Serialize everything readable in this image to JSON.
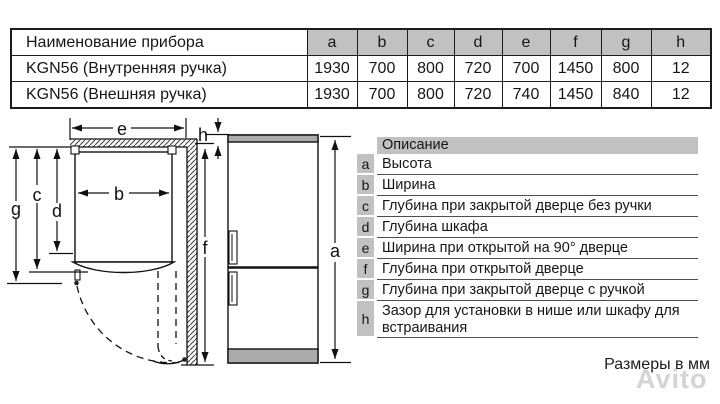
{
  "top_table": {
    "header": [
      "Наименование прибора",
      "a",
      "b",
      "c",
      "d",
      "e",
      "f",
      "g",
      "h"
    ],
    "rows": [
      {
        "name": "KGN56 (Внутренняя ручка)",
        "values": [
          "1930",
          "700",
          "800",
          "720",
          "700",
          "1450",
          "800",
          "12"
        ]
      },
      {
        "name": "KGN56 (Внешняя ручка)",
        "values": [
          "1930",
          "700",
          "800",
          "720",
          "740",
          "1450",
          "840",
          "12"
        ]
      }
    ]
  },
  "legend": {
    "header": "Описание",
    "rows": [
      {
        "key": "a",
        "text": "Высота"
      },
      {
        "key": "b",
        "text": "Ширина"
      },
      {
        "key": "c",
        "text": "Глубина при закрытой дверце без ручки"
      },
      {
        "key": "d",
        "text": "Глубина шкафа"
      },
      {
        "key": "e",
        "text": "Ширина при открытой на 90° дверце"
      },
      {
        "key": "f",
        "text": "Глубина при открытой дверце"
      },
      {
        "key": "g",
        "text": "Глубина при закрытой дверце с ручкой"
      },
      {
        "key": "h",
        "text": "Зазор для установки в нише или шкафу для встраивания"
      }
    ]
  },
  "diagram": {
    "labels": {
      "a": "a",
      "b": "b",
      "c": "c",
      "d": "d",
      "e": "e",
      "f": "f",
      "g": "g",
      "h": "h"
    }
  },
  "footer": {
    "units_note": "Размеры в мм",
    "watermark": "Avito"
  },
  "colors": {
    "table_header_gray": "#c1c1c1",
    "fridge_band_gray": "#ababab",
    "line_color": "#111111",
    "separator_gray": "#4f4f4f"
  }
}
